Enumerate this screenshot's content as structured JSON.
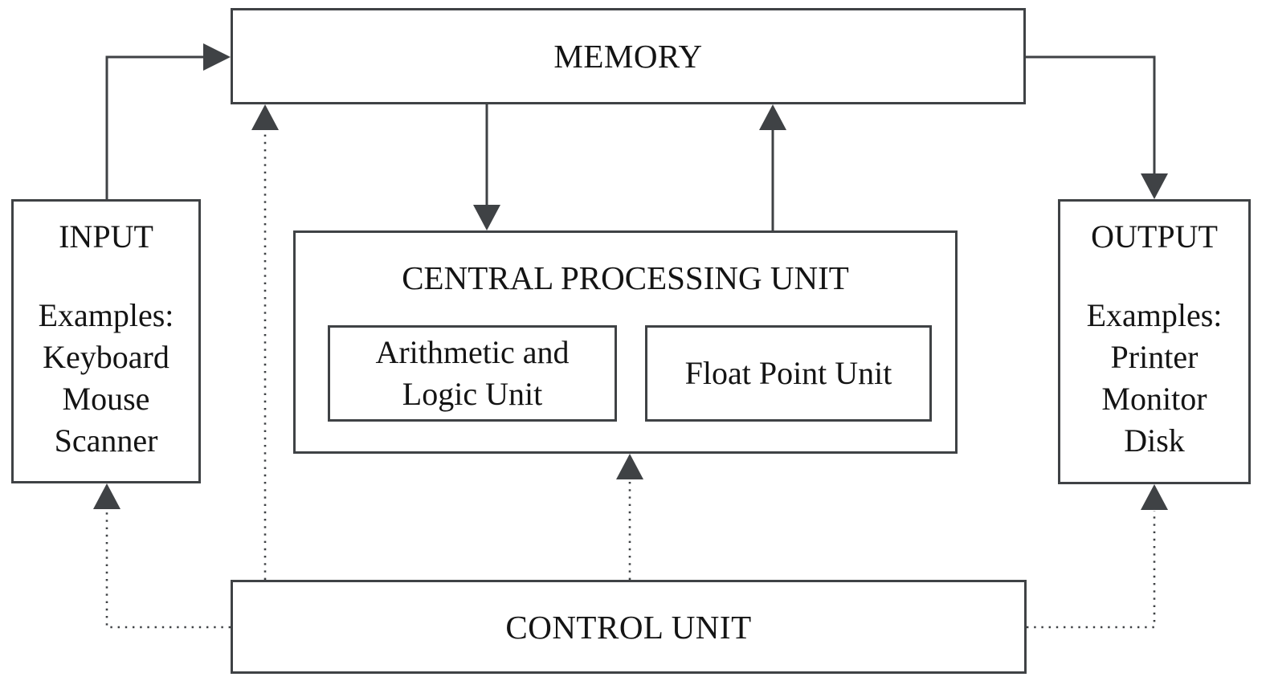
{
  "memory": {
    "label": "MEMORY"
  },
  "input": {
    "title": "INPUT",
    "examples_label": "Examples:",
    "items": [
      "Keyboard",
      "Mouse",
      "Scanner"
    ]
  },
  "output": {
    "title": "OUTPUT",
    "examples_label": "Examples:",
    "items": [
      "Printer",
      "Monitor",
      "Disk"
    ]
  },
  "cpu": {
    "label": "CENTRAL PROCESSING UNIT",
    "alu_label": "Arithmetic and Logic Unit",
    "fpu_label": "Float Point Unit"
  },
  "control": {
    "label": "CONTROL UNIT"
  },
  "colors": {
    "line": "#3f4245",
    "text": "#141414",
    "background": "#ffffff"
  },
  "connections": [
    {
      "from": "input",
      "to": "memory",
      "style": "solid"
    },
    {
      "from": "memory",
      "to": "output",
      "style": "solid"
    },
    {
      "from": "memory",
      "to": "cpu",
      "style": "solid"
    },
    {
      "from": "cpu",
      "to": "memory",
      "style": "solid"
    },
    {
      "from": "control-unit",
      "to": "memory",
      "style": "dotted"
    },
    {
      "from": "control-unit",
      "to": "cpu",
      "style": "dotted"
    },
    {
      "from": "control-unit",
      "to": "input",
      "style": "dotted"
    },
    {
      "from": "control-unit",
      "to": "output",
      "style": "dotted"
    }
  ]
}
